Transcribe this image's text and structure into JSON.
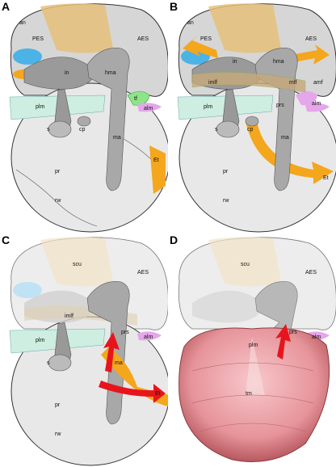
{
  "panels": [
    {
      "letter": "A",
      "labels": {
        "an": "an",
        "pes": "PES",
        "aes": "AES",
        "in": "in",
        "hma": "hma",
        "tf": "tf",
        "alm": "alm",
        "plm": "plm",
        "s": "s",
        "cp": "cp",
        "ma": "ma",
        "et": "Et",
        "pr": "pr",
        "rw": "rw"
      }
    },
    {
      "letter": "B",
      "labels": {
        "an": "an",
        "pes": "PES",
        "aes": "AES",
        "in": "in",
        "hma": "hma",
        "imlf": "imlf",
        "mlf": "mlf",
        "amf": "amf",
        "alm": "alm",
        "plm": "plm",
        "prs": "prs",
        "s": "s",
        "cp": "cp",
        "ma": "ma",
        "et": "Et",
        "pr": "pr",
        "rw": "rw"
      }
    },
    {
      "letter": "C",
      "labels": {
        "scu": "scu",
        "aes": "AES",
        "imlf": "imlf",
        "prs": "prs",
        "alm": "alm",
        "plm": "plm",
        "s": "s",
        "ma": "ma",
        "et": "Et",
        "pr": "pr",
        "rw": "rw"
      }
    },
    {
      "letter": "D",
      "labels": {
        "scu": "scu",
        "aes": "AES",
        "prs": "prs",
        "alm": "alm",
        "plm": "plm",
        "tm": "tm"
      }
    }
  ],
  "colors": {
    "bone": "#dcdcdc",
    "ossicle": "#9a9a9a",
    "orange": "#f4a61c",
    "arrow_red": "#e8141c",
    "membrane": "#e6949a",
    "tf": "#8fe38a",
    "alm": "#e5a6ea",
    "plm": "#cdeee0",
    "blue": "#4bb3e6",
    "tan": "#e6c07a"
  }
}
